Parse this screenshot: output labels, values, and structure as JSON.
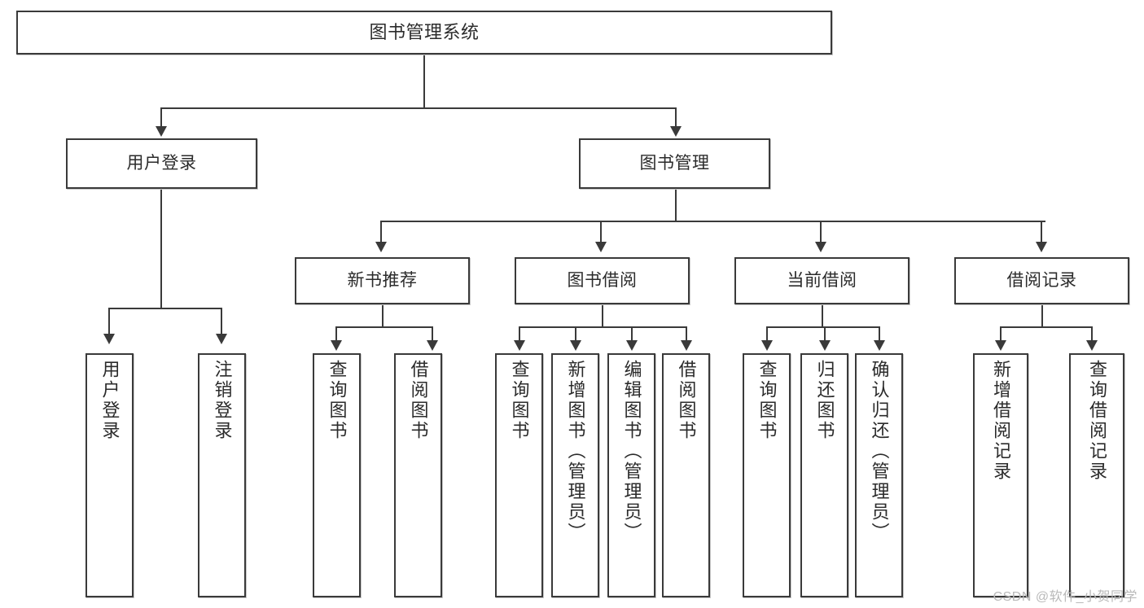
{
  "diagram": {
    "title": "图书管理系统",
    "type": "tree-hierarchy-diagram",
    "watermark": "CSDN @软件_小贺同学",
    "colors": {
      "stroke": "#3a3a3a",
      "fill": "#ffffff",
      "text": "#2b2b2b",
      "watermark": "#b9b9b9"
    },
    "root": {
      "label": "图书管理系统"
    },
    "level2": [
      {
        "label": "用户登录"
      },
      {
        "label": "图书管理"
      }
    ],
    "level3": [
      {
        "label": "新书推荐"
      },
      {
        "label": "图书借阅"
      },
      {
        "label": "当前借阅"
      },
      {
        "label": "借阅记录"
      }
    ],
    "leaves": {
      "user_login": [
        {
          "label": "用户登录"
        },
        {
          "label": "注销登录"
        }
      ],
      "new_book_recommend": [
        {
          "label": "查询图书"
        },
        {
          "label": "借阅图书"
        }
      ],
      "book_borrow": [
        {
          "label": "查询图书"
        },
        {
          "label": "新增图书（管理员）"
        },
        {
          "label": "编辑图书（管理员）"
        },
        {
          "label": "借阅图书"
        }
      ],
      "current_borrow": [
        {
          "label": "查询图书"
        },
        {
          "label": "归还图书"
        },
        {
          "label": "确认归还（管理员）"
        }
      ],
      "borrow_record": [
        {
          "label": "新增借阅记录"
        },
        {
          "label": "查询借阅记录"
        }
      ]
    }
  }
}
